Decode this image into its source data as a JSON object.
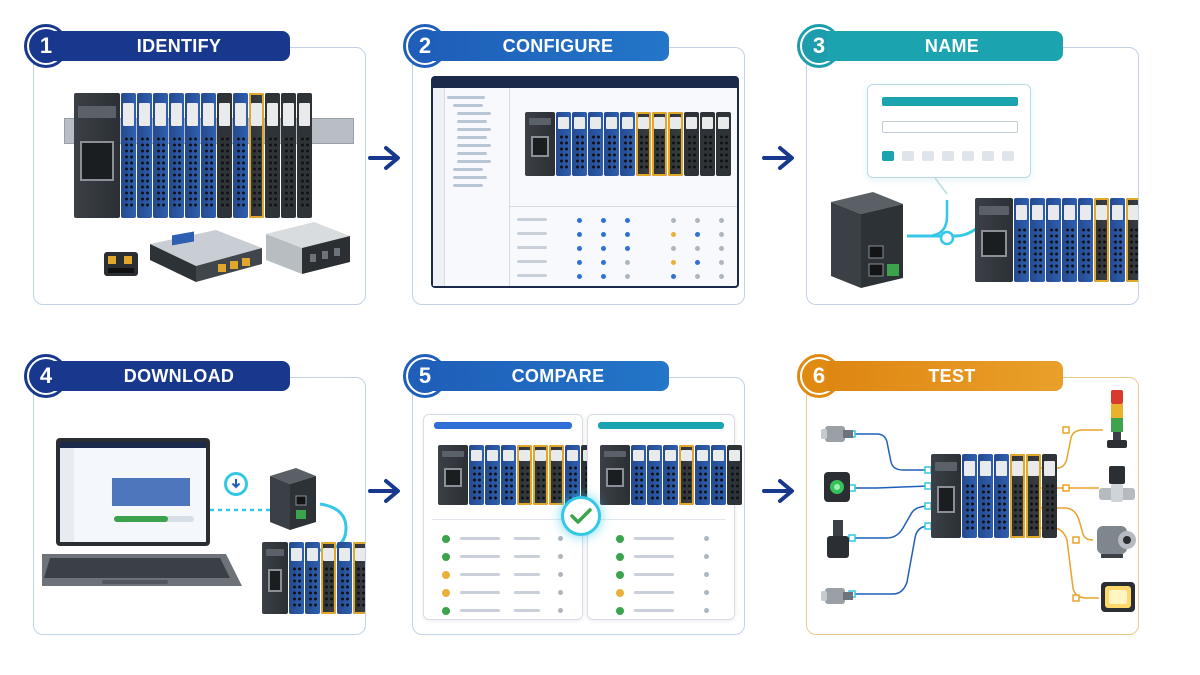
{
  "steps": [
    {
      "number": "1",
      "title": "IDENTIFY"
    },
    {
      "number": "2",
      "title": "CONFIGURE"
    },
    {
      "number": "3",
      "title": "NAME"
    },
    {
      "number": "4",
      "title": "DOWNLOAD"
    },
    {
      "number": "5",
      "title": "COMPARE"
    },
    {
      "number": "6",
      "title": "TEST"
    }
  ],
  "colors": {
    "navy": "#18388e",
    "blue": "#1f5fb9",
    "teal": "#1ba3b0",
    "orange": "#e08a12",
    "module_blue": "#2f5fb0",
    "module_yellow": "#e1a72a",
    "check_green": "#3aa34c",
    "check_yellow": "#e7b13a",
    "glow_cyan": "#34c7e6"
  },
  "icons": {
    "flow_arrow": "right-arrow-icon",
    "download": "download-icon",
    "match": "checkmark-icon"
  }
}
